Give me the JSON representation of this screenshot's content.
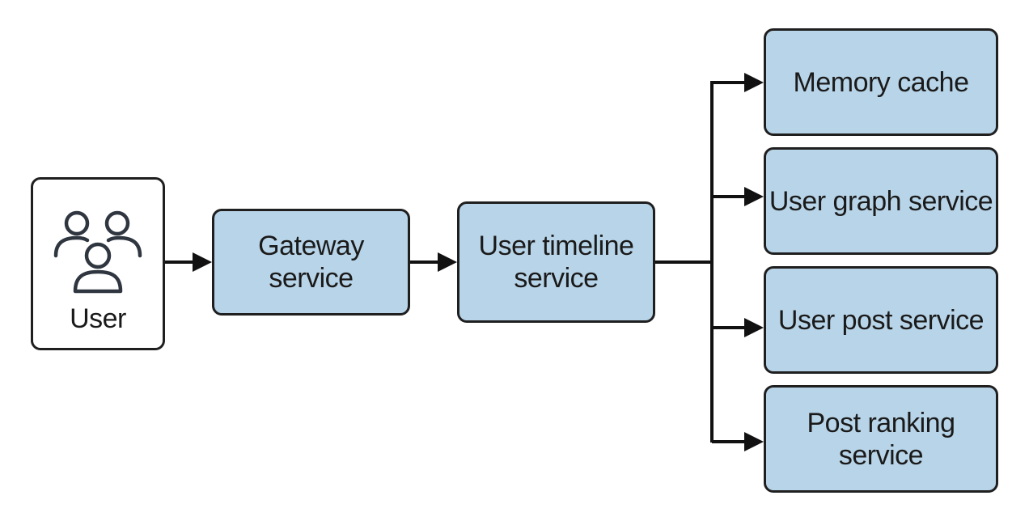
{
  "diagram": {
    "nodes": {
      "user": {
        "label": "User",
        "icon": "users-group-icon"
      },
      "gateway": {
        "label": "Gateway\nservice"
      },
      "timeline": {
        "label": "User timeline\nservice"
      },
      "memory_cache": {
        "label": "Memory cache"
      },
      "user_graph": {
        "label": "User graph service"
      },
      "user_post": {
        "label": "User post service"
      },
      "post_ranking": {
        "label": "Post ranking\nservice"
      }
    },
    "edges": [
      {
        "from": "user",
        "to": "gateway"
      },
      {
        "from": "gateway",
        "to": "timeline"
      },
      {
        "from": "timeline",
        "to": "memory_cache"
      },
      {
        "from": "timeline",
        "to": "user_graph"
      },
      {
        "from": "timeline",
        "to": "user_post"
      },
      {
        "from": "timeline",
        "to": "post_ranking"
      }
    ],
    "colors": {
      "service_fill": "#b8d4e8",
      "stroke": "#1f1f1f",
      "user_fill": "#ffffff"
    }
  }
}
